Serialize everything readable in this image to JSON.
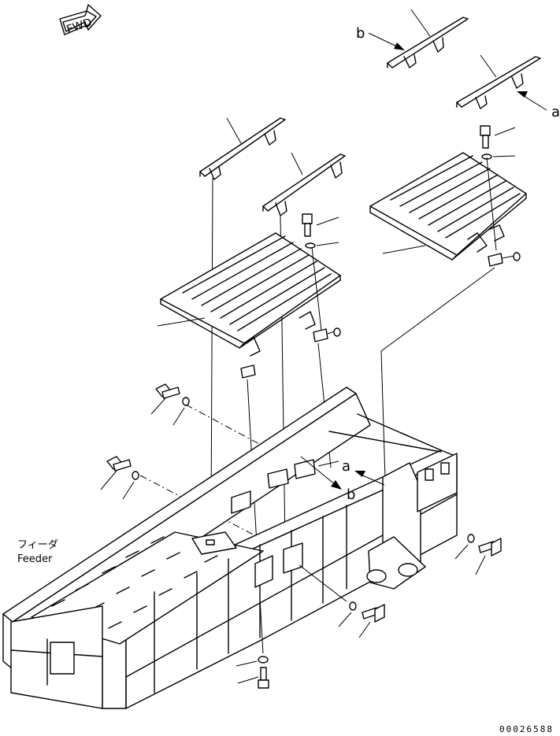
{
  "fwd_label": "FWD",
  "callouts": {
    "a_top": "a",
    "b_top": "b",
    "a_mid": "a",
    "b_mid": "b"
  },
  "feeder_label_jp": "フィーダ",
  "feeder_label_en": "Feeder",
  "drawing_number": "00026588"
}
